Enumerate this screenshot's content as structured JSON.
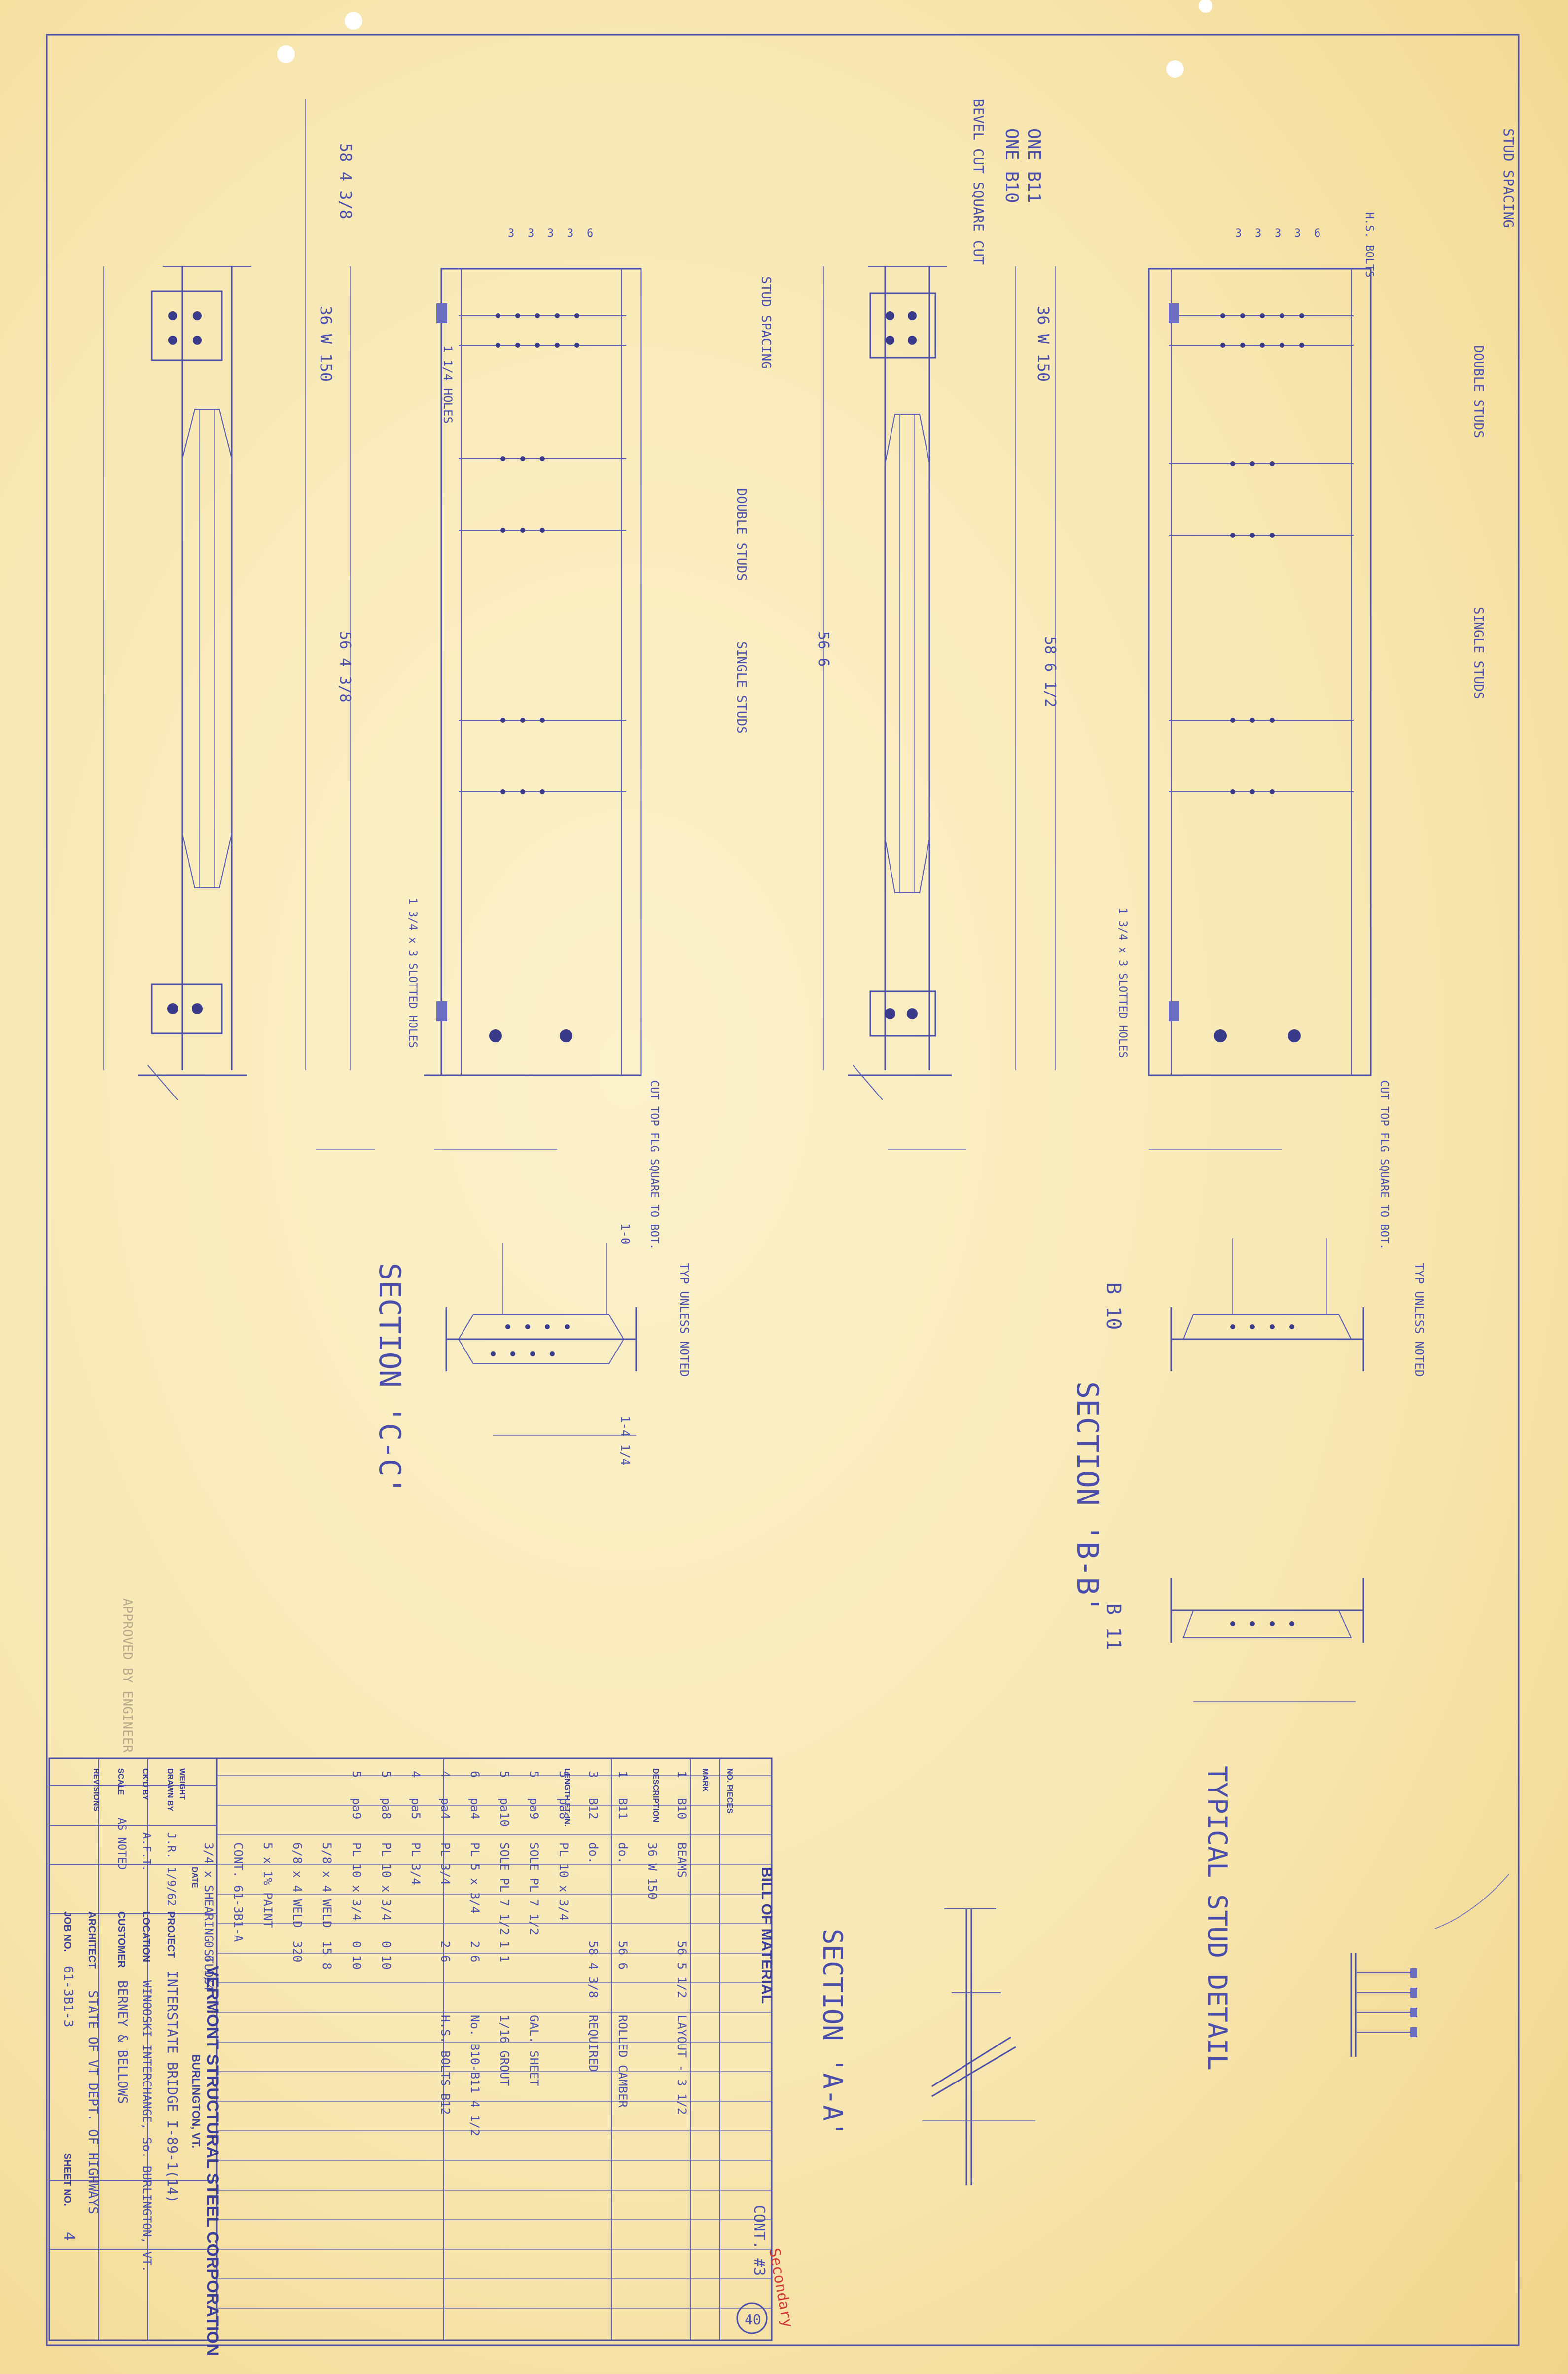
{
  "title_block": {
    "company": "VERMONT STRUCTURAL STEEL CORPORATION",
    "city": "BURLINGTON, VT.",
    "project_label": "PROJECT",
    "project": "INTERSTATE BRIDGE I-89-1(14)",
    "location_label": "LOCATION",
    "location": "WINOOSKI INTERCHANGE, So. BURLINGTON, VT.",
    "customer_label": "CUSTOMER",
    "customer": "BERNEY & BELLOWS",
    "architect_label": "ARCHITECT",
    "architect": "STATE OF VT DEPT. OF HIGHWAYS",
    "job_label": "JOB NO.",
    "job_no": "61-3B1-3",
    "sheet_label": "SHEET NO.",
    "sheet_no": "4",
    "drawn_by_label": "DRAWN BY",
    "drawn_by": "J.R.",
    "ckd_by_label": "CK'D BY",
    "ckd_by": "A.F.T.",
    "scale_label": "SCALE",
    "scale": "AS NOTED",
    "date_label": "DATE",
    "date": "1/9/62",
    "revisions_label": "REVISIONS"
  },
  "bill_of_material": {
    "heading": "BILL OF MATERIAL",
    "columns": [
      "NO. PIECES",
      "MARK",
      "DESCRIPTION",
      "LENGTH FT. IN.",
      "WEIGHT"
    ],
    "rows": [
      {
        "pieces": "1",
        "mark": "B10",
        "description": "BEAMS",
        "length": "56 5 1/2",
        "remark": "LAYOUT - 3 1/2"
      },
      {
        "pieces": "",
        "mark": "",
        "description": "36 W 150",
        "length": "",
        "remark": ""
      },
      {
        "pieces": "1",
        "mark": "B11",
        "description": "do.",
        "length": "56 6",
        "remark": "ROLLED CAMBER"
      },
      {
        "pieces": "3",
        "mark": "B12",
        "description": "do.",
        "length": "58 4 3/8",
        "remark": "REQUIRED"
      },
      {
        "pieces": "5",
        "mark": "pa8",
        "description": "PL 10 x 3/4",
        "length": "",
        "remark": ""
      },
      {
        "pieces": "5",
        "mark": "pa9",
        "description": "SOLE PL 7 1/2",
        "length": "",
        "remark": "GAL. SHEET"
      },
      {
        "pieces": "5",
        "mark": "pa10",
        "description": "SOLE PL 7 1/2",
        "length": "1 1",
        "remark": "1/16 GROUT"
      },
      {
        "pieces": "6",
        "mark": "pa4",
        "description": "PL 5 x 3/4",
        "length": "2 6",
        "remark": "No. B10-B11 4 1/2"
      },
      {
        "pieces": "4",
        "mark": "pa4",
        "description": "PL 3/4",
        "length": "2 6",
        "remark": "H.S. BOLTS B12"
      },
      {
        "pieces": "4",
        "mark": "pa5",
        "description": "PL 3/4",
        "length": "",
        "remark": ""
      },
      {
        "pieces": "5",
        "mark": "pa8",
        "description": "PL 10 x 3/4",
        "length": "0 10",
        "remark": ""
      },
      {
        "pieces": "5",
        "mark": "pa9",
        "description": "PL 10 x 3/4",
        "length": "0 10",
        "remark": ""
      },
      {
        "pieces": "",
        "mark": "",
        "description": "5/8 x 4 WELD",
        "length": "15 8",
        "remark": ""
      },
      {
        "pieces": "",
        "mark": "",
        "description": "6/8 x 4 WELD",
        "length": "320",
        "remark": ""
      },
      {
        "pieces": "",
        "mark": "",
        "description": "5 x 1% PAINT",
        "length": "",
        "remark": ""
      },
      {
        "pieces": "",
        "mark": "",
        "description": "CONT. 61-3B1-A",
        "length": "",
        "remark": ""
      },
      {
        "pieces": "",
        "mark": "",
        "description": "3/4 x SHEARING STUDS",
        "length": "0 6 1/4",
        "remark": ""
      }
    ]
  },
  "stamps": {
    "cont_note": "CONT. #3",
    "red_note": "Secondary",
    "sheet_circle": "40",
    "approval": "APPROVED BY ENGINEER"
  },
  "view_labels": {
    "section_cc": "SECTION 'C-C'",
    "section_bb": "SECTION 'B-B'",
    "section_aa": "SECTION 'A-A'",
    "stud_detail_title": "TYPICAL STUD DETAIL",
    "b10": "B 10",
    "b11": "B 11",
    "one_b10": "ONE B10",
    "one_b11": "ONE B11",
    "bevel_note": "BEVEL CUT SQUARE CUT",
    "stud_spacing": "STUD SPACING",
    "double_studs": "DOUBLE STUDS",
    "single_studs": "SINGLE STUDS",
    "beam_size_b12": "36 W 150",
    "beam_size_b10": "36 W 150",
    "cut_note": "CUT TOP FLG SQUARE TO BOT.",
    "holes_note": "1 1/4 HOLES",
    "slotted_note": "1 3/4 x 3 SLOTTED HOLES",
    "typ_note": "TYP UNLESS NOTED",
    "hs_note": "H.S. BOLTS"
  },
  "dimensions": {
    "b12_overall": "58 4 3/8",
    "b10_overall": "58 6 1/2",
    "span_b12": "56 4 3/8",
    "span_b10": "56 6",
    "stud_dims": [
      "3",
      "3",
      "3",
      "3",
      "6"
    ],
    "section_width": "1-0",
    "section_flange": "1-4 1/4"
  }
}
